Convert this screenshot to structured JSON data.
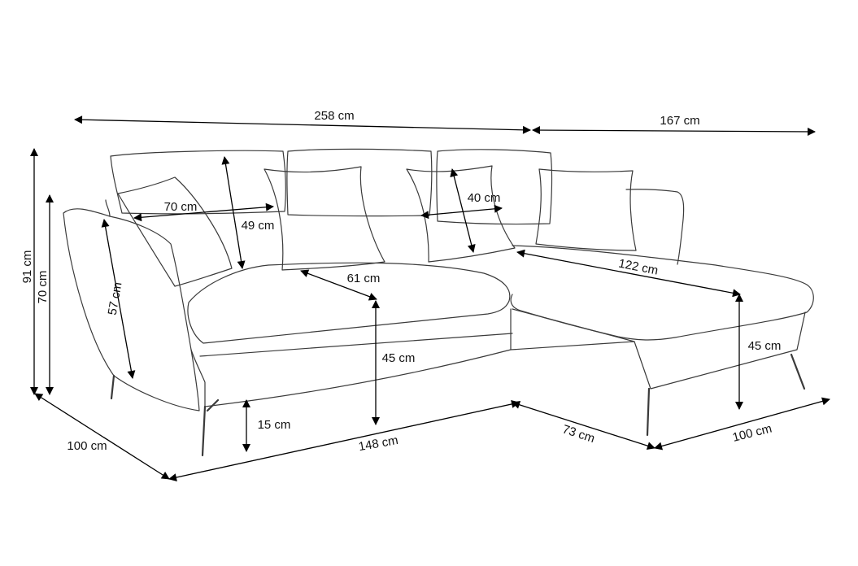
{
  "figure": "corner sofa dimension drawing",
  "colors": {
    "outline": "#3a3a3a",
    "dimension_line": "#000000",
    "text": "#111111",
    "background": "#ffffff"
  },
  "dimensions": [
    {
      "id": "overall-width",
      "label": "258 cm"
    },
    {
      "id": "chaise-length",
      "label": "167 cm"
    },
    {
      "id": "total-height",
      "label": "91 cm"
    },
    {
      "id": "armrest-height",
      "label": "70 cm"
    },
    {
      "id": "backrest-height",
      "label": "57 cm"
    },
    {
      "id": "pillow-width-large",
      "label": "70 cm"
    },
    {
      "id": "pillow-height-large",
      "label": "49 cm"
    },
    {
      "id": "pillow-width-small",
      "label": "40 cm"
    },
    {
      "id": "seat-depth",
      "label": "61 cm"
    },
    {
      "id": "chaise-seat-length",
      "label": "122 cm"
    },
    {
      "id": "seat-height",
      "label": "45 cm"
    },
    {
      "id": "chaise-seat-height",
      "label": "45 cm"
    },
    {
      "id": "leg-height",
      "label": "15 cm"
    },
    {
      "id": "sofa-depth",
      "label": "100 cm"
    },
    {
      "id": "front-width",
      "label": "148 cm"
    },
    {
      "id": "chaise-front-width",
      "label": "73 cm"
    },
    {
      "id": "chaise-depth",
      "label": "100 cm"
    }
  ]
}
